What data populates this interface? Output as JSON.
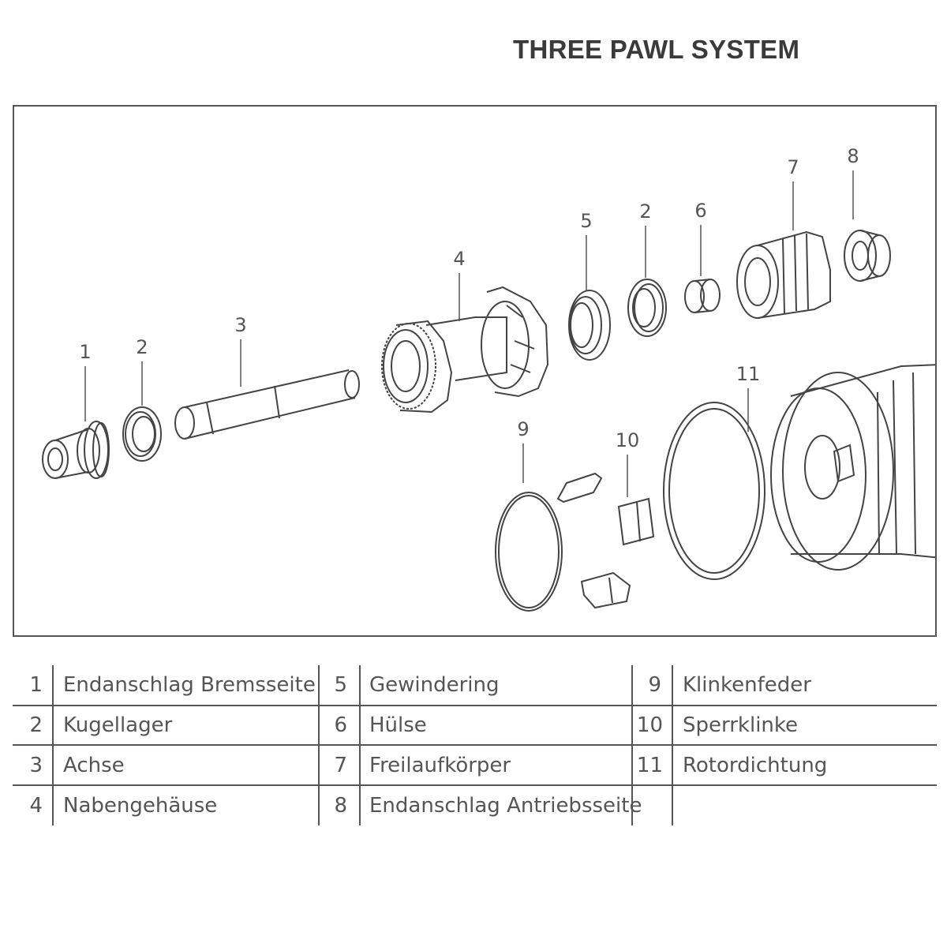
{
  "title": "THREE PAWL SYSTEM",
  "diagram": {
    "callouts": [
      "1",
      "2",
      "3",
      "4",
      "5",
      "2",
      "6",
      "7",
      "8",
      "9",
      "10",
      "11"
    ]
  },
  "legend": {
    "rows": [
      [
        {
          "num": "1",
          "label": "Endanschlag Bremsseite"
        },
        {
          "num": "5",
          "label": "Gewindering"
        },
        {
          "num": "9",
          "label": "Klinkenfeder"
        }
      ],
      [
        {
          "num": "2",
          "label": "Kugellager"
        },
        {
          "num": "6",
          "label": "Hülse"
        },
        {
          "num": "10",
          "label": "Sperrklinke"
        }
      ],
      [
        {
          "num": "3",
          "label": "Achse"
        },
        {
          "num": "7",
          "label": "Freilaufkörper"
        },
        {
          "num": "11",
          "label": "Rotordichtung"
        }
      ],
      [
        {
          "num": "4",
          "label": "Nabengehäuse"
        },
        {
          "num": "8",
          "label": "Endanschlag Antriebsseite"
        },
        {
          "num": "",
          "label": ""
        }
      ]
    ]
  }
}
